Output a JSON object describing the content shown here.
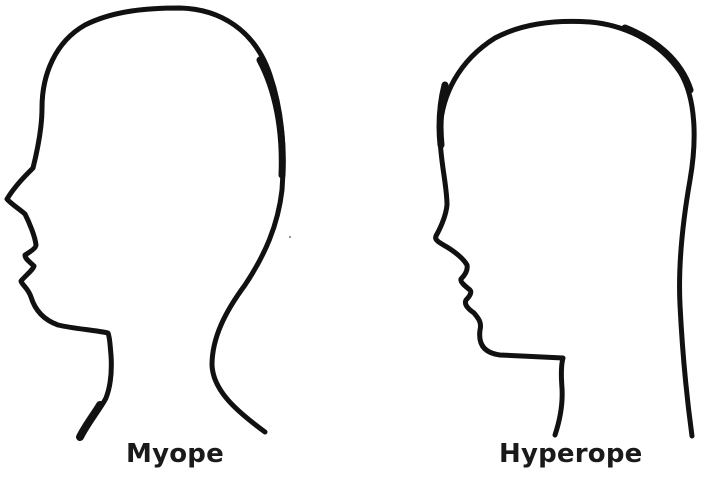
{
  "figures": [
    {
      "id": "myope",
      "label": "Myope"
    },
    {
      "id": "hyperope",
      "label": "Hyperope"
    }
  ],
  "colors": {
    "outline": "#111111",
    "background": "#ffffff"
  }
}
